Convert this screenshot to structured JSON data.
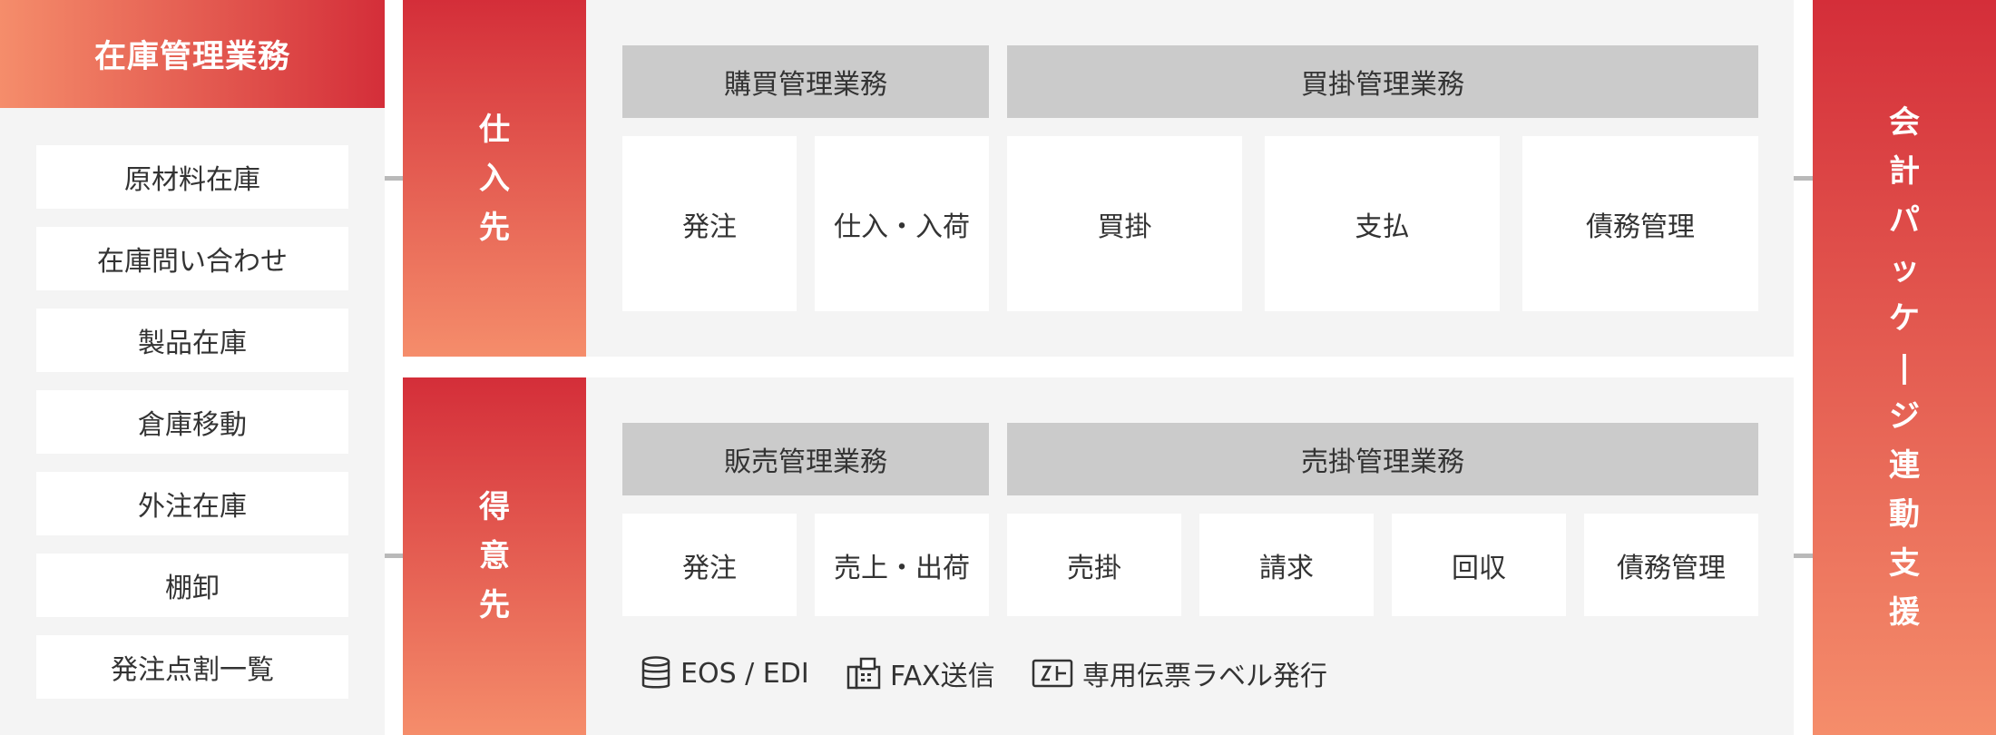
{
  "inventory": {
    "title": "在庫管理業務",
    "items": [
      "原材料在庫",
      "在庫問い合わせ",
      "製品在庫",
      "倉庫移動",
      "外注在庫",
      "棚卸",
      "発注点割一覧"
    ]
  },
  "purchase": {
    "side_label": [
      "仕",
      "入",
      "先"
    ],
    "category_left": "購買管理業務",
    "category_right": "買掛管理業務",
    "boxes": [
      "発注",
      "仕入・入荷",
      "買掛",
      "支払",
      "債務管理"
    ]
  },
  "sales": {
    "side_label": [
      "得",
      "意",
      "先"
    ],
    "category_left": "販売管理業務",
    "category_right": "売掛管理業務",
    "boxes": [
      "発注",
      "売上・出荷",
      "売掛",
      "請求",
      "回収",
      "債務管理"
    ],
    "tools": [
      {
        "icon": "database-icon",
        "label": "EOS / EDI"
      },
      {
        "icon": "fax-icon",
        "label": "FAX送信"
      },
      {
        "icon": "label-icon",
        "label": "専用伝票ラベル発行"
      }
    ]
  },
  "accounting": {
    "label": [
      "会",
      "計",
      "パ",
      "ッ",
      "ケ",
      "|",
      "ジ",
      "連",
      "動",
      "支",
      "援"
    ]
  },
  "colors": {
    "accent_dark": "#d42e39",
    "accent_light": "#f58d6b",
    "panel_bg": "#f4f4f4",
    "category_bg": "#cbcbcb"
  }
}
